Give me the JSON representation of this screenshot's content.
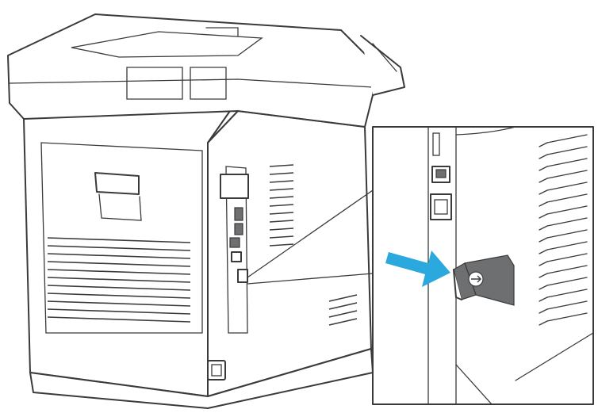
{
  "illustration": {
    "subject": "printer-rear-view",
    "callout": "usb-port-cover-removal",
    "icons": [
      "usb-symbol",
      "ethernet-port",
      "power-inlet"
    ]
  },
  "colors": {
    "line": "#3a3a3a",
    "arrow": "#2ba8de",
    "port_cover": "#6d6f71",
    "background": "#ffffff"
  }
}
